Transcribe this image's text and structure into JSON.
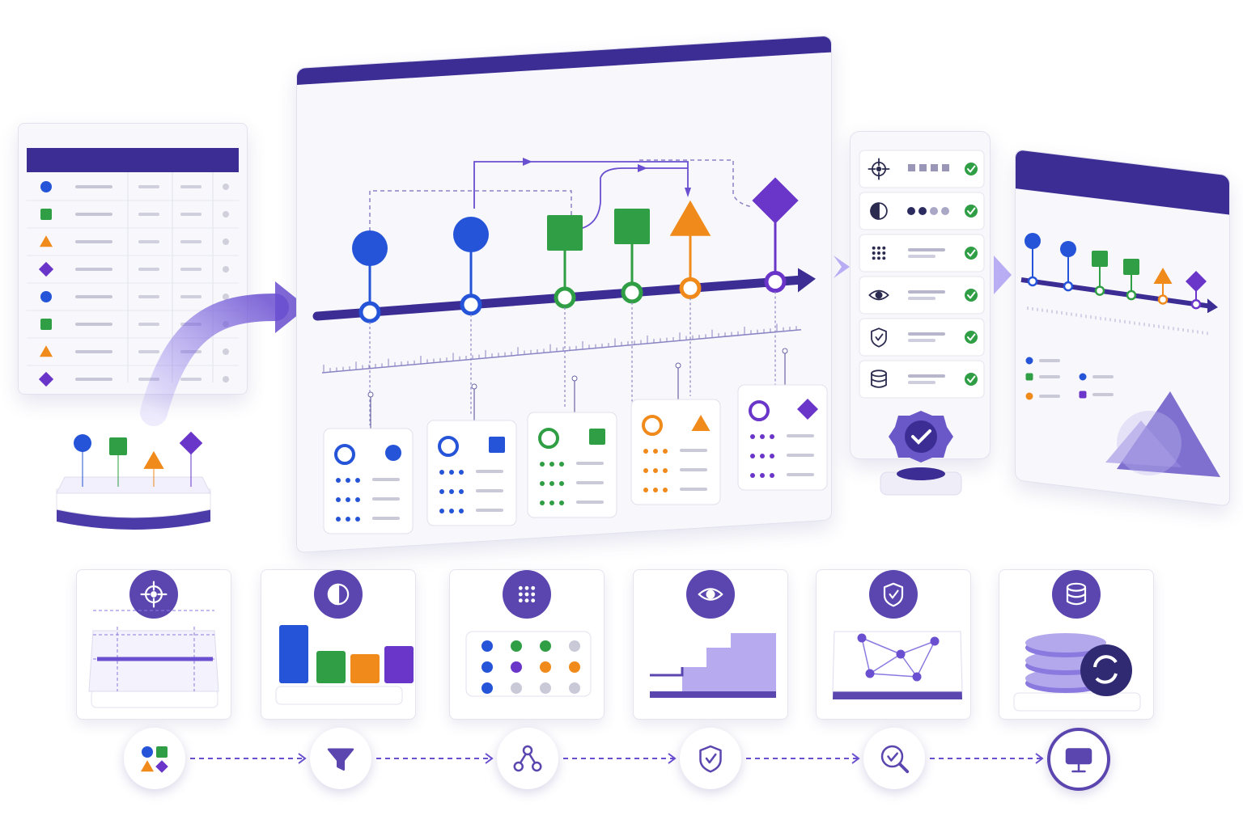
{
  "colors": {
    "primary": "#3b2d94",
    "accent": "#6a4fd0",
    "blue": "#2554d8",
    "green": "#2f9e44",
    "orange": "#f08a1a",
    "purple": "#6a35c9",
    "check": "#2f9e44"
  },
  "left_table": {
    "rows": [
      {
        "shape": "circle",
        "color": "blue"
      },
      {
        "shape": "square",
        "color": "green"
      },
      {
        "shape": "triangle",
        "color": "orange"
      },
      {
        "shape": "diamond",
        "color": "purple"
      },
      {
        "shape": "circle",
        "color": "blue"
      },
      {
        "shape": "square",
        "color": "green"
      },
      {
        "shape": "triangle",
        "color": "orange"
      },
      {
        "shape": "diamond",
        "color": "purple"
      }
    ]
  },
  "timeline": {
    "events": [
      {
        "shape": "circle",
        "color": "blue",
        "icon": "blue-circle-event-icon"
      },
      {
        "shape": "circle",
        "color": "blue",
        "icon": "blue-circle-event-icon"
      },
      {
        "shape": "square",
        "color": "green",
        "icon": "green-square-event-icon"
      },
      {
        "shape": "square",
        "color": "green",
        "icon": "green-square-event-icon"
      },
      {
        "shape": "triangle",
        "color": "orange",
        "icon": "orange-triangle-event-icon"
      },
      {
        "shape": "diamond",
        "color": "purple",
        "icon": "purple-diamond-event-icon"
      }
    ],
    "cards": [
      {
        "ring": "blue",
        "shape": "circle",
        "color": "blue"
      },
      {
        "ring": "blue",
        "shape": "square",
        "color": "blue"
      },
      {
        "ring": "green",
        "shape": "square",
        "color": "green"
      },
      {
        "ring": "orange",
        "shape": "triangle",
        "color": "orange"
      },
      {
        "ring": "purple",
        "shape": "diamond",
        "color": "purple"
      }
    ]
  },
  "checklist": {
    "items": [
      {
        "icon": "crosshair-icon",
        "status": "check-icon"
      },
      {
        "icon": "contrast-icon",
        "status": "check-icon"
      },
      {
        "icon": "grid-dots-icon",
        "status": "check-icon"
      },
      {
        "icon": "eye-icon",
        "status": "check-icon"
      },
      {
        "icon": "shield-check-icon",
        "status": "check-icon"
      },
      {
        "icon": "database-icon",
        "status": "check-icon"
      }
    ],
    "badge_icon": "verified-badge-icon"
  },
  "stage_tiles": [
    {
      "icon": "crosshair-icon",
      "illustration": "alignment-guides-illustration"
    },
    {
      "icon": "contrast-icon",
      "illustration": "bar-blocks-illustration"
    },
    {
      "icon": "grid-dots-icon",
      "illustration": "dot-matrix-illustration"
    },
    {
      "icon": "eye-icon",
      "illustration": "staircase-illustration"
    },
    {
      "icon": "shield-check-icon",
      "illustration": "network-graph-illustration"
    },
    {
      "icon": "database-icon",
      "illustration": "database-sync-illustration"
    }
  ],
  "pipeline_steps": [
    {
      "icon": "shapes-icon"
    },
    {
      "icon": "funnel-icon"
    },
    {
      "icon": "share-nodes-icon"
    },
    {
      "icon": "shield-check-icon"
    },
    {
      "icon": "search-check-icon"
    },
    {
      "icon": "presentation-icon"
    }
  ]
}
